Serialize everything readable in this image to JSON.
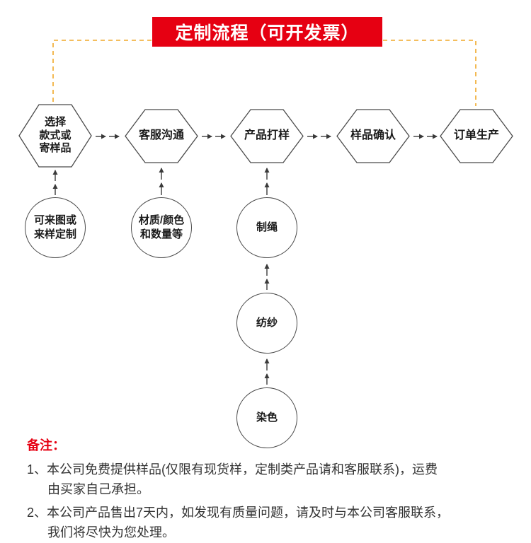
{
  "banner": {
    "title": "定制流程（可开发票）"
  },
  "flow": {
    "hexagons": [
      "选择\n款式或\n寄样品",
      "客服沟通",
      "产品打样",
      "样品确认",
      "订单生产"
    ],
    "circles": [
      "可来图或\n来样定制",
      "材质/颜色\n和数量等",
      "制绳",
      "纺纱",
      "染色"
    ]
  },
  "notes": {
    "heading": "备注：",
    "items": [
      {
        "lines": [
          "1、本公司免费提供样品(仅限有现货样，定制类产品请和客服联系)，运费",
          "由买家自己承担。"
        ]
      },
      {
        "lines": [
          "2、本公司产品售出7天内，如发现有质量问题，请及时与本公司客服联系，",
          "我们将尽快为您处理。"
        ]
      }
    ]
  },
  "colors": {
    "banner_red": "#e60012",
    "dashed_orange": "#f0a828",
    "stroke_dark": "#3a3a3a",
    "note_text": "#333333"
  }
}
